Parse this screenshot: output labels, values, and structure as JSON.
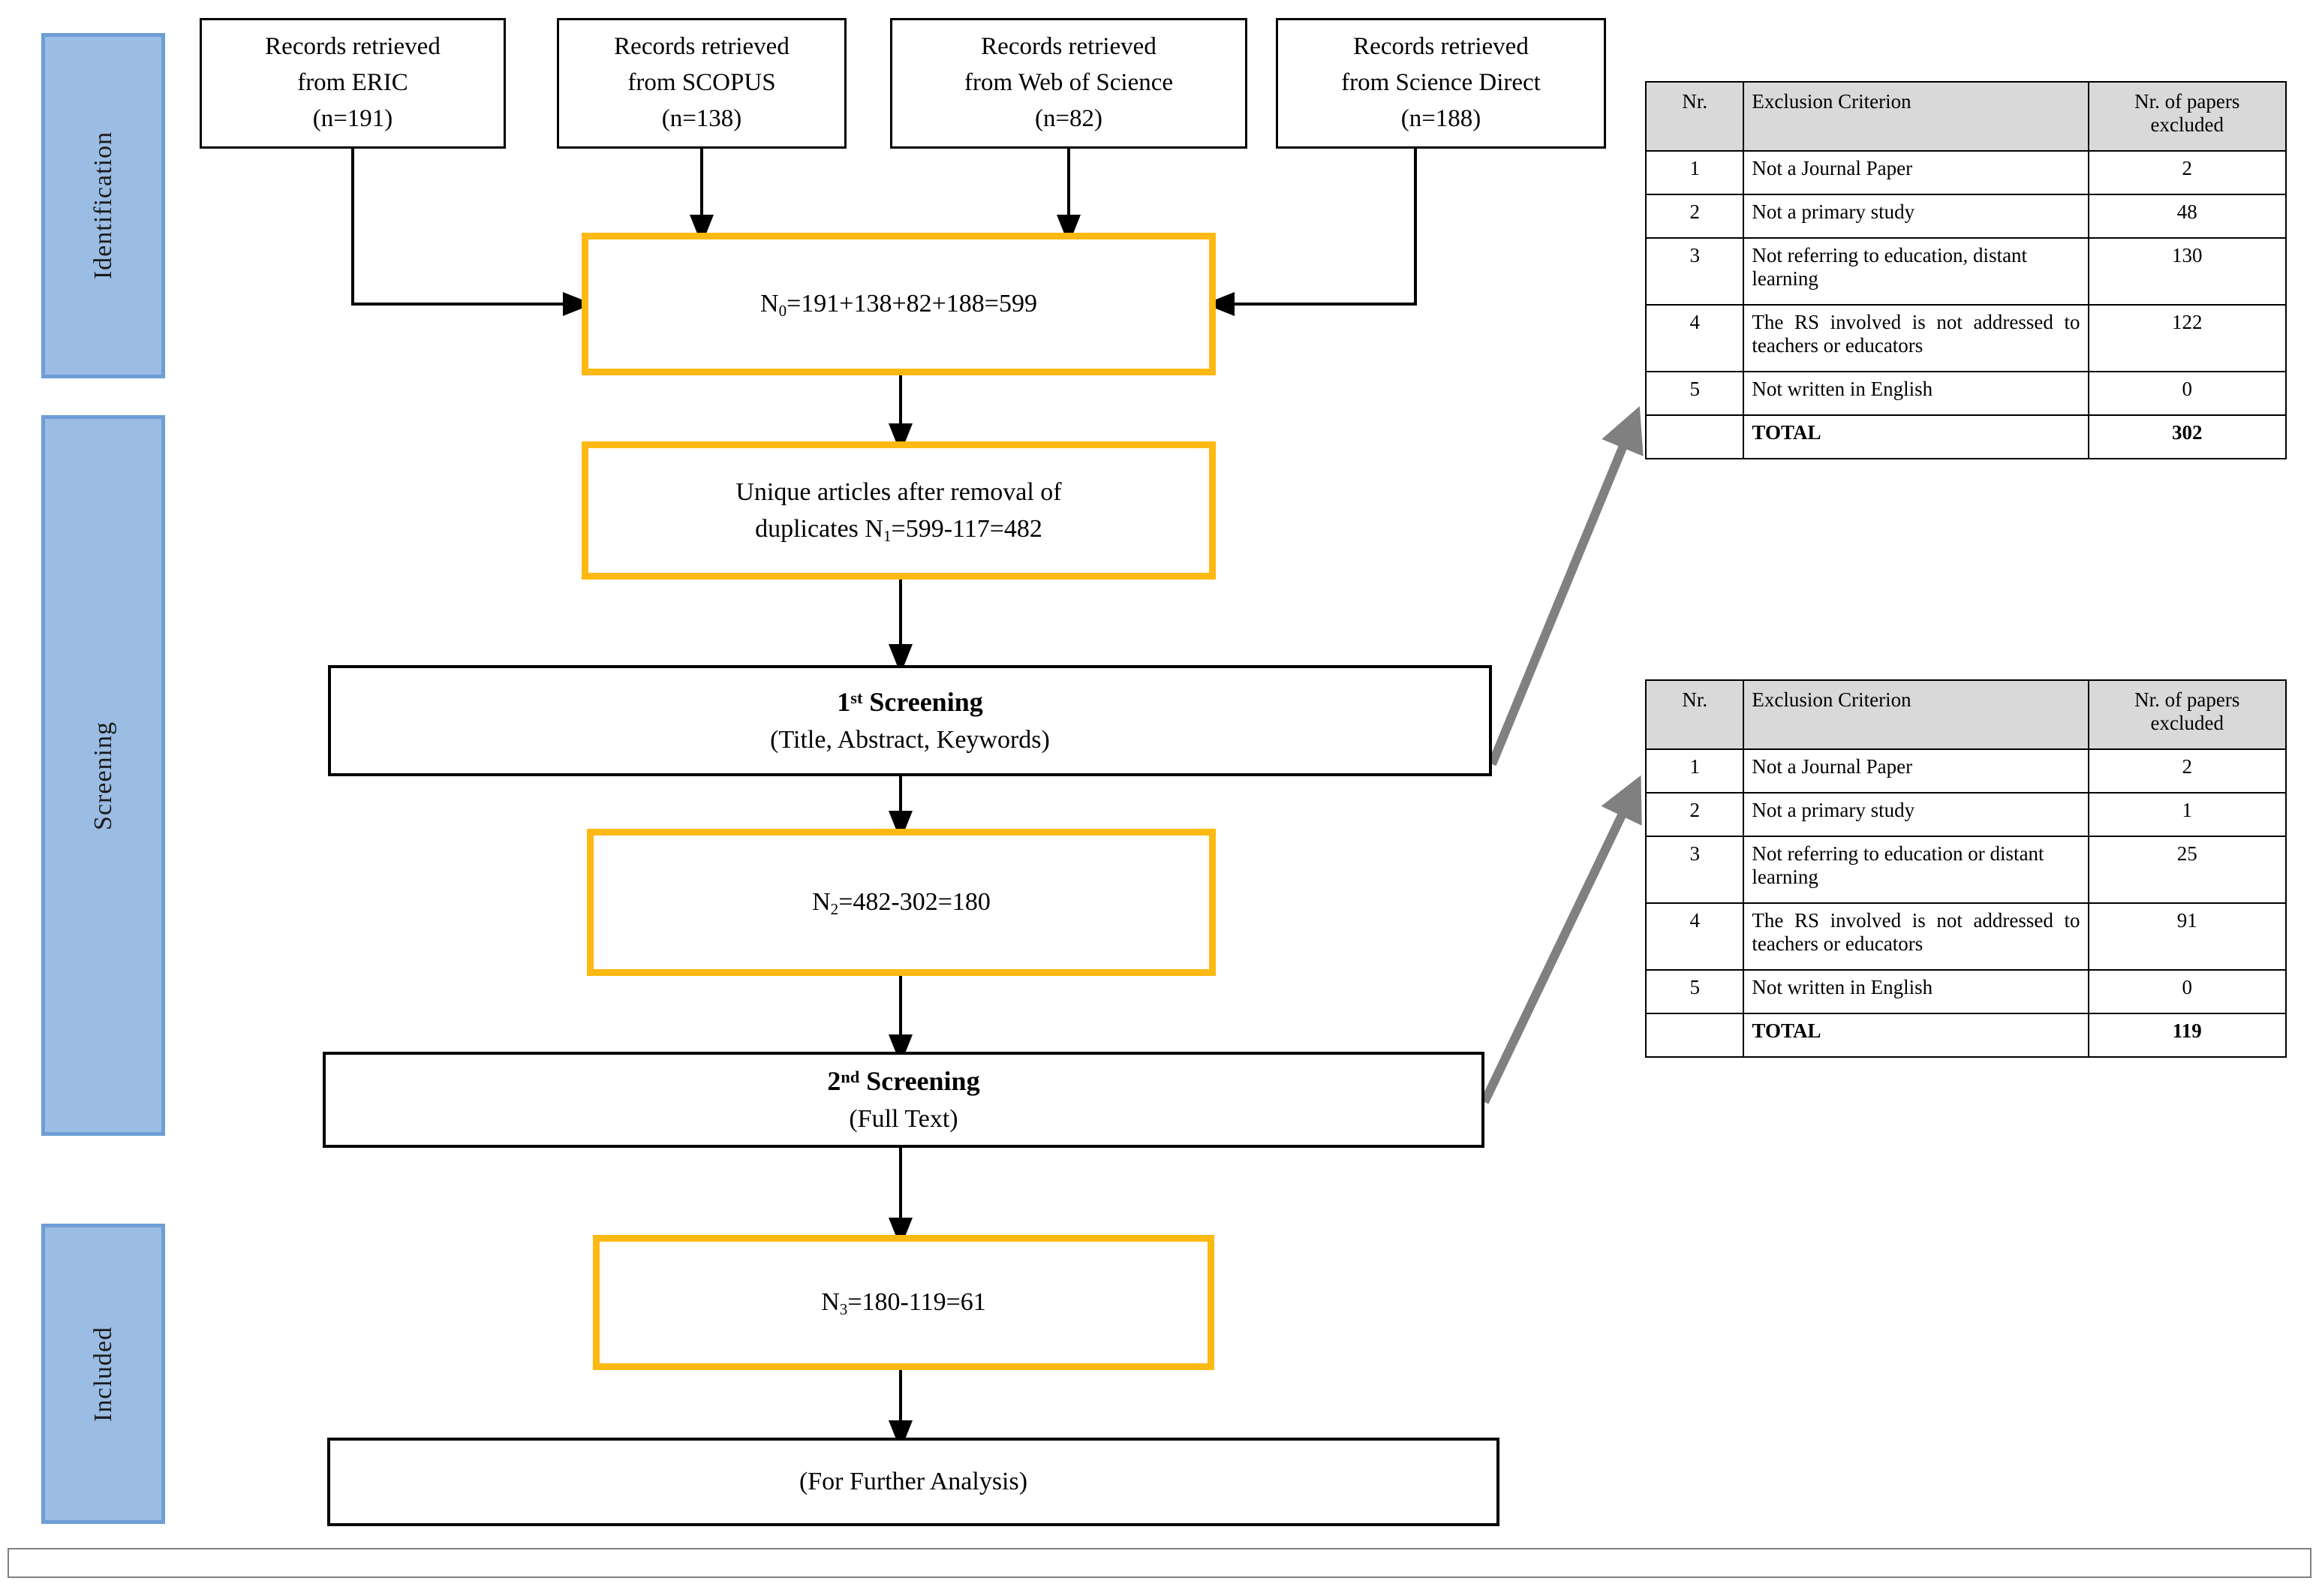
{
  "diagram": {
    "type": "prisma-flow-diagram",
    "phases": [
      {
        "id": "identification",
        "label": "Identification"
      },
      {
        "id": "screening",
        "label": "Screening"
      },
      {
        "id": "included",
        "label": "Included"
      }
    ],
    "sources": [
      {
        "id": "eric",
        "line1": "Records retrieved",
        "line2": "from ERIC",
        "count": "(n=191)"
      },
      {
        "id": "scopus",
        "line1": "Records retrieved",
        "line2": "from SCOPUS",
        "count": "(n=138)"
      },
      {
        "id": "wos",
        "line1": "Records retrieved",
        "line2": "from Web of Science",
        "count": "(n=82)"
      },
      {
        "id": "sdirect",
        "line1": "Records retrieved",
        "line2": "from Science  Direct",
        "count": "(n=188)"
      }
    ],
    "nodes": {
      "total_records": {
        "prefix": "N",
        "sub": "0",
        "expr": "=191+138+82+188=599"
      },
      "unique_articles": {
        "line1": "Unique articles after removal of",
        "line2_prefix": "duplicates N",
        "line2_sub": "1",
        "line2_expr": "=599-117=482"
      },
      "screening1": {
        "title_num": "1",
        "title_sup": "st",
        "title_rest": " Screening",
        "subtitle": "(Title, Abstract,  Keywords)"
      },
      "n2": {
        "prefix": "N",
        "sub": "2",
        "expr": "=482-302=180"
      },
      "screening2": {
        "title_num": "2",
        "title_sup": "nd",
        "title_rest": " Screening",
        "subtitle": "(Full Text)"
      },
      "n3": {
        "prefix": "N",
        "sub": "3",
        "expr": "=180-119=61"
      },
      "further": {
        "label": "(For Further Analysis)"
      }
    },
    "tables": [
      {
        "id": "exclusion-table-screening1",
        "headers": [
          "Nr.",
          "Exclusion Criterion",
          "Nr. of papers",
          "excluded"
        ],
        "rows": [
          {
            "nr": "1",
            "criterion": "Not a Journal Paper",
            "excluded": "2"
          },
          {
            "nr": "2",
            "criterion": "Not a primary study",
            "excluded": "48"
          },
          {
            "nr": "3",
            "criterion": "Not referring to education, distant learning",
            "excluded": "130"
          },
          {
            "nr": "4",
            "criterion": "The RS involved is not addressed to teachers or educators",
            "excluded": "122"
          },
          {
            "nr": "5",
            "criterion": "Not written in English",
            "excluded": "0"
          },
          {
            "nr": "",
            "criterion": "TOTAL",
            "excluded": "302"
          }
        ]
      },
      {
        "id": "exclusion-table-screening2",
        "headers": [
          "Nr.",
          "Exclusion Criterion",
          "Nr. of papers",
          "excluded"
        ],
        "rows": [
          {
            "nr": "1",
            "criterion": "Not a Journal Paper",
            "excluded": "2"
          },
          {
            "nr": "2",
            "criterion": "Not a primary study",
            "excluded": "1"
          },
          {
            "nr": "3",
            "criterion": "Not referring to education or distant learning",
            "excluded": "25"
          },
          {
            "nr": "4",
            "criterion": "The RS involved is not addressed to teachers or educators",
            "excluded": "91"
          },
          {
            "nr": "5",
            "criterion": "Not written in English",
            "excluded": "0"
          },
          {
            "nr": "",
            "criterion": "TOTAL",
            "excluded": "119"
          }
        ]
      }
    ],
    "colors": {
      "phase_fill": "#9BBCE3",
      "phase_border": "#6D9ED6",
      "amber_border": "#FDB913",
      "table_header_fill": "#D9D9D9",
      "connector_black": "#000000",
      "connector_gray": "#808080",
      "footer_blue": "#4A76A0"
    }
  }
}
